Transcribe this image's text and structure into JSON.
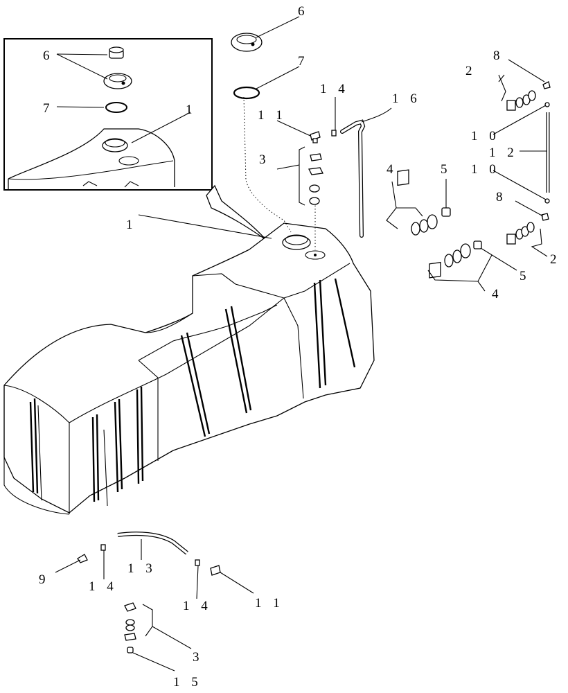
{
  "callouts": {
    "c1a": "1",
    "c1b": "1",
    "c2a": "2",
    "c2b": "2",
    "c3a": "3",
    "c3b": "3",
    "c4a": "4",
    "c4b": "4",
    "c5a": "5",
    "c5b": "5",
    "c6a": "6",
    "c6b": "6",
    "c7a": "7",
    "c7b": "7",
    "c8a": "8",
    "c8b": "8",
    "c9": "9",
    "c10a": "1 0",
    "c10b": "1 0",
    "c11a": "1 1",
    "c11b": "1 1",
    "c12": "1 2",
    "c13": "1 3",
    "c14a": "1 4",
    "c14b": "1 4",
    "c14c": "1 4",
    "c15": "1 5",
    "c16": "1 6"
  }
}
